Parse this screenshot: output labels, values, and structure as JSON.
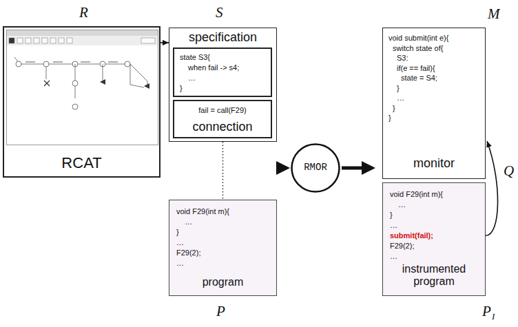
{
  "diagram": {
    "nodes": [
      {
        "text": [
          "RCAT"
        ]
      },
      {
        "text": [
          "specification"
        ]
      },
      {
        "text": [
          "state S3{",
          "when fail -> s4;",
          "…",
          "}"
        ],
        "in": 1
      },
      {
        "text": [
          "fail = call(F29)",
          "connection"
        ],
        "in": 1
      },
      {
        "text": [
          "void F29(int m){",
          "…",
          "}",
          "…",
          "F29(2);",
          "…",
          "program"
        ]
      },
      {
        "text": [
          "RMOR"
        ]
      },
      {
        "text": [
          "void submit(int e){",
          "switch state of{",
          "S3:",
          "if(e == fail){",
          "state = S4;",
          "}",
          "…",
          "}",
          "}",
          "monitor"
        ]
      },
      {
        "text": [
          "void F29(int m){",
          "…",
          "}",
          "…",
          "submit(fail);",
          "F29(2);",
          "…",
          "instrumented program"
        ]
      }
    ],
    "edges": [
      {
        "from": 0,
        "to": 1,
        "arrow": "to"
      },
      {
        "from": 1,
        "to": 4,
        "arrow": "none"
      },
      {
        "from": 7,
        "to": 6,
        "label": "Q",
        "arrow": "to"
      }
    ],
    "labels": [
      "R",
      "S",
      "M",
      "P",
      "P",
      "I"
    ]
  }
}
